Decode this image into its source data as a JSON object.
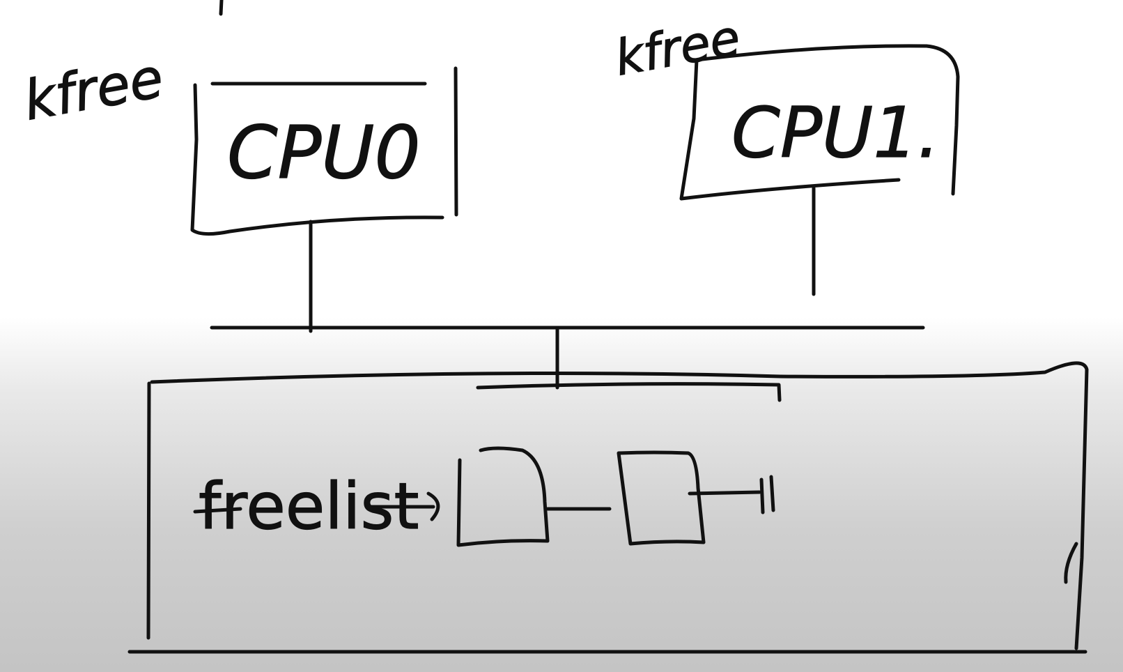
{
  "labels": {
    "kfree_left": "kfree",
    "kfree_right": "kfree",
    "cpu0": "CPU0",
    "cpu1": "CPU1.",
    "freelist": "freelist"
  }
}
